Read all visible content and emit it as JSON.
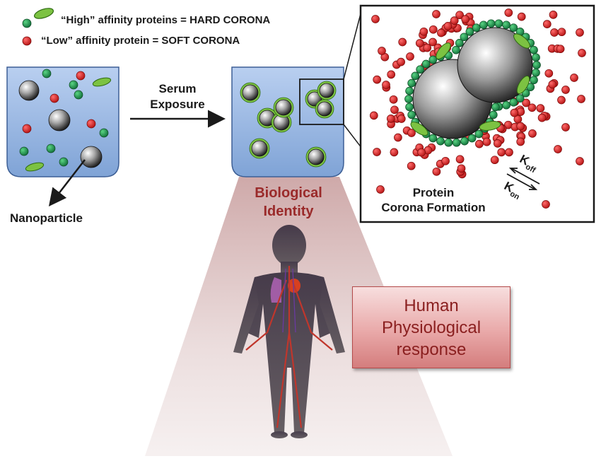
{
  "legend": {
    "high_affinity_label": "“High” affinity proteins = HARD CORONA",
    "low_affinity_label": "“Low” affinity protein = SOFT CORONA"
  },
  "process": {
    "arrow_label_line1": "Serum",
    "arrow_label_line2": "Exposure",
    "nanoparticle_label": "Nanoparticle",
    "bio_identity_line1": "Biological",
    "bio_identity_line2": "Identity"
  },
  "inset": {
    "title_line1": "Protein",
    "title_line2": "Corona Formation",
    "k_off_main": "K",
    "k_off_sub": "off",
    "k_on_main": "K",
    "k_on_sub": "on"
  },
  "response": {
    "line1": "Human",
    "line2": "Physiological",
    "line3": "response"
  },
  "colors": {
    "hard_corona_protein": "#1f9a48",
    "soft_corona_protein": "#e32b2b",
    "elongated_protein": "#7cc242",
    "beaker_fill": "#9bbbe3",
    "label_red": "#9a2a2a"
  }
}
